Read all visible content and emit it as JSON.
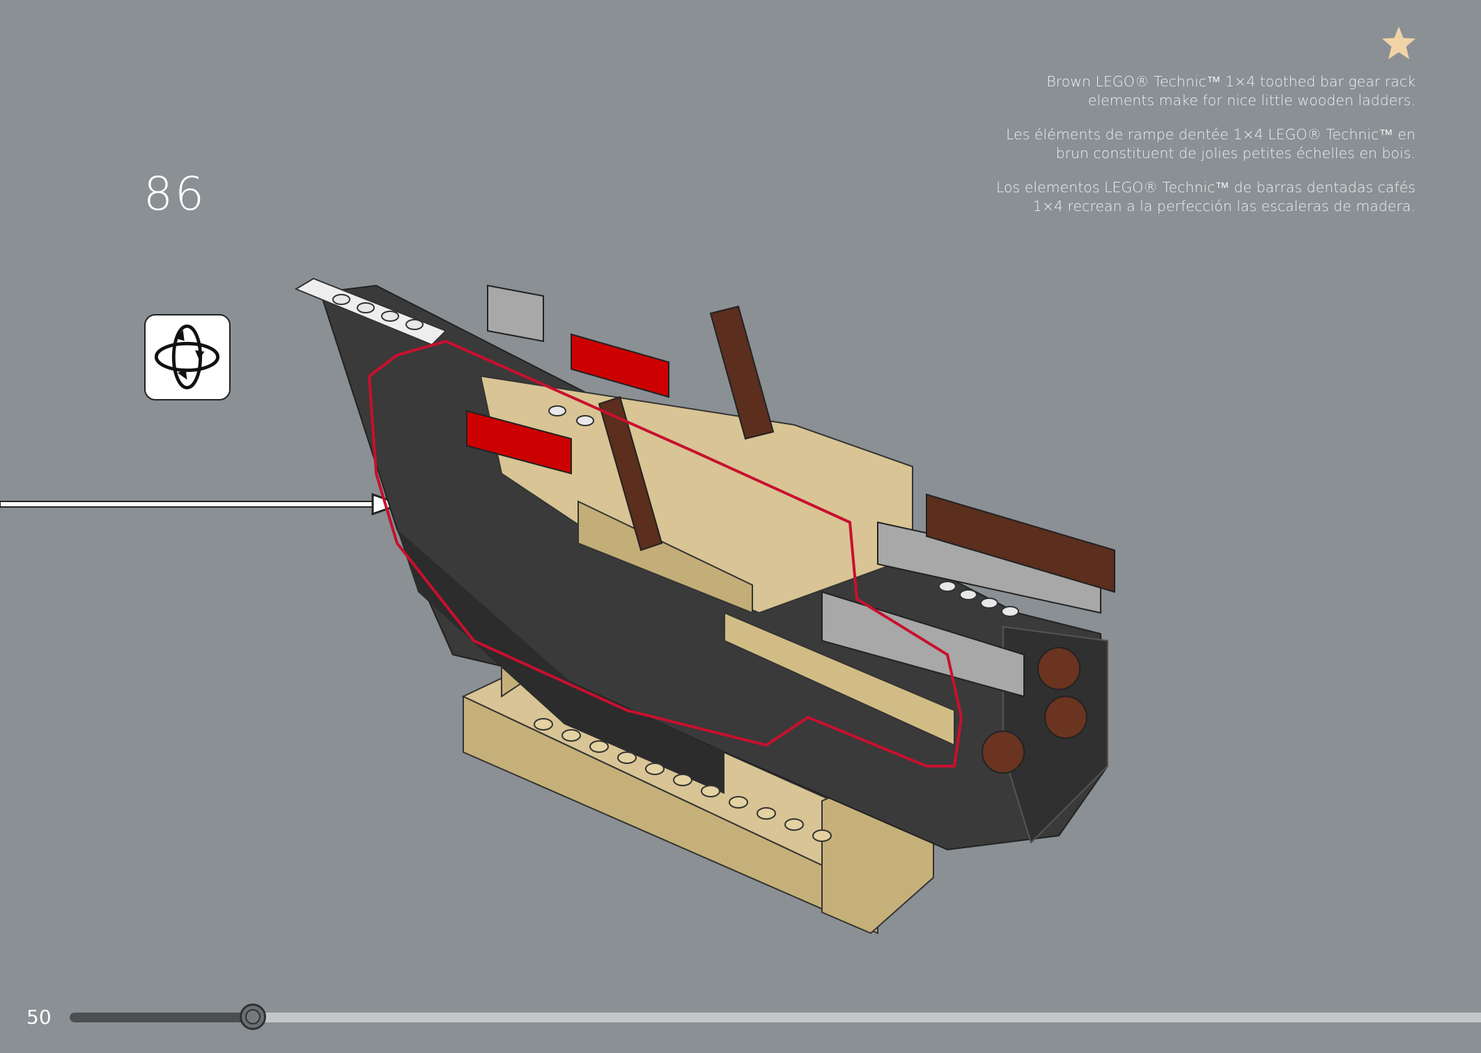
{
  "page": {
    "number": "50",
    "progress_fraction": 0.13
  },
  "step": {
    "number": "86"
  },
  "tip": {
    "icon": "star-icon",
    "star_color": "#f2d3a6",
    "en": "Brown LEGO® Technic™ 1×4 toothed bar gear rack\nelements make for nice little wooden ladders.",
    "fr": "Les éléments de rampe dentée 1×4 LEGO® Technic™ en\nbrun constituent de jolies petites échelles en bois.",
    "es": "Los elementos LEGO® Technic™ de barras dentadas cafés\n1×4 recrean a la perfección las escaleras de madera."
  },
  "rotate_icon": "rotate-model-icon",
  "colors": {
    "background": "#8a9094",
    "hull_dark": "#3a3a3a",
    "tan": "#d8c494",
    "red": "#cc0000",
    "brown": "#5b2e1e",
    "grey": "#a8a8a8",
    "highlight_outline": "#c8102e"
  }
}
